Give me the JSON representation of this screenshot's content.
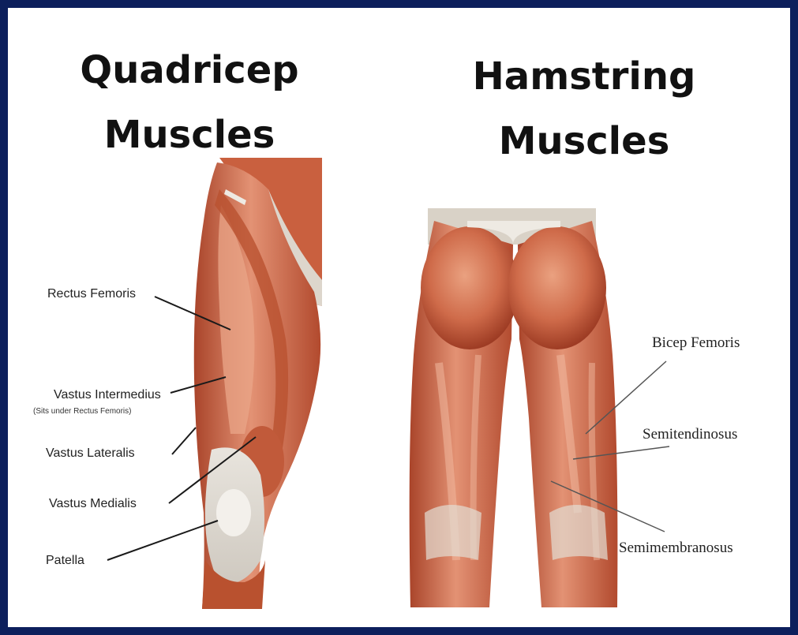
{
  "quadriceps": {
    "title_line1": "Quadricep",
    "title_line2": "Muscles",
    "labels": {
      "rectus_femoris": "Rectus Femoris",
      "vastus_intermedius": "Vastus Intermedius",
      "vastus_intermedius_note": "(Sits under Rectus Femoris)",
      "vastus_lateralis": "Vastus Lateralis",
      "vastus_medialis": "Vastus Medialis",
      "patella": "Patella"
    }
  },
  "hamstrings": {
    "title_line1": "Hamstring",
    "title_line2": "Muscles",
    "labels": {
      "bicep_femoris": "Bicep Femoris",
      "semitendinosus": "Semitendinosus",
      "semimembranosus": "Semimembranosus"
    }
  },
  "colors": {
    "frame": "#0d1f5c",
    "muscle": "#c2593b",
    "muscle_light": "#e8a285",
    "tendon": "#e7e3dc"
  }
}
